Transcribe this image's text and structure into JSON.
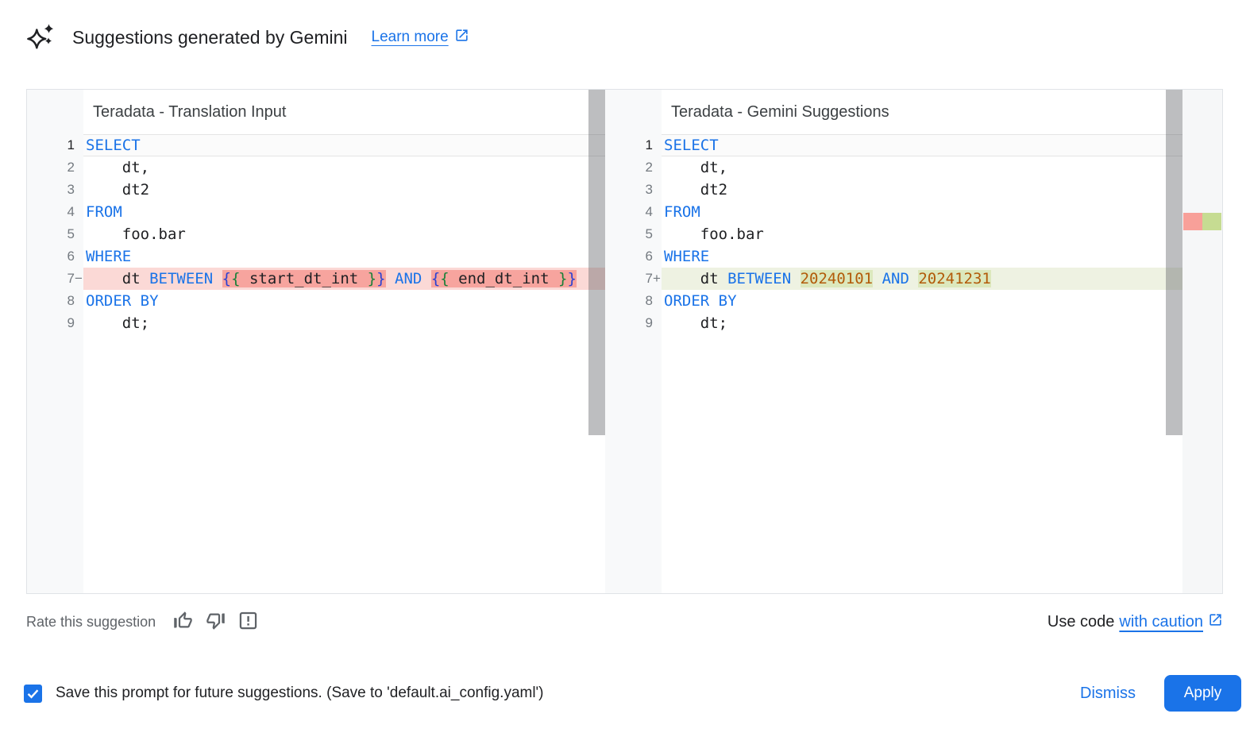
{
  "header": {
    "icon": "gemini-sparkle-icon",
    "title": "Suggestions generated by Gemini",
    "learn_more_label": "Learn more"
  },
  "diff": {
    "left_panel": {
      "title": "Teradata - Translation Input",
      "lines": [
        {
          "num": "1",
          "marker": "",
          "type": "active",
          "segments": [
            {
              "text": "SELECT",
              "style": "kw"
            }
          ]
        },
        {
          "num": "2",
          "marker": "",
          "type": "",
          "segments": [
            {
              "text": "    dt,",
              "style": "plain"
            }
          ]
        },
        {
          "num": "3",
          "marker": "",
          "type": "",
          "segments": [
            {
              "text": "    dt2",
              "style": "plain"
            }
          ]
        },
        {
          "num": "4",
          "marker": "",
          "type": "",
          "segments": [
            {
              "text": "FROM",
              "style": "kw"
            }
          ]
        },
        {
          "num": "5",
          "marker": "",
          "type": "",
          "segments": [
            {
              "text": "    foo.bar",
              "style": "plain"
            }
          ]
        },
        {
          "num": "6",
          "marker": "",
          "type": "",
          "segments": [
            {
              "text": "WHERE",
              "style": "kw"
            }
          ]
        },
        {
          "num": "7",
          "marker": "−",
          "type": "del",
          "segments": [
            {
              "text": "    dt ",
              "style": "plain"
            },
            {
              "text": "BETWEEN",
              "style": "kw"
            },
            {
              "text": " ",
              "style": "plain"
            },
            {
              "text": "{",
              "style": "brace1",
              "hl": true
            },
            {
              "text": "{",
              "style": "brace2",
              "hl": true
            },
            {
              "text": " start_dt_int ",
              "style": "plain",
              "hl": true
            },
            {
              "text": "}",
              "style": "brace2",
              "hl": true
            },
            {
              "text": "}",
              "style": "brace1",
              "hl": true
            },
            {
              "text": " ",
              "style": "plain"
            },
            {
              "text": "AND",
              "style": "kw"
            },
            {
              "text": " ",
              "style": "plain"
            },
            {
              "text": "{",
              "style": "brace1",
              "hl": true
            },
            {
              "text": "{",
              "style": "brace2",
              "hl": true
            },
            {
              "text": " end_dt_int ",
              "style": "plain",
              "hl": true
            },
            {
              "text": "}",
              "style": "brace2",
              "hl": true
            },
            {
              "text": "}",
              "style": "brace1",
              "hl": true
            }
          ]
        },
        {
          "num": "8",
          "marker": "",
          "type": "",
          "segments": [
            {
              "text": "ORDER BY",
              "style": "kw"
            }
          ]
        },
        {
          "num": "9",
          "marker": "",
          "type": "",
          "segments": [
            {
              "text": "    dt;",
              "style": "plain"
            }
          ]
        }
      ]
    },
    "right_panel": {
      "title": "Teradata - Gemini Suggestions",
      "lines": [
        {
          "num": "1",
          "marker": "",
          "type": "active",
          "segments": [
            {
              "text": "SELECT",
              "style": "kw"
            }
          ]
        },
        {
          "num": "2",
          "marker": "",
          "type": "",
          "segments": [
            {
              "text": "    dt,",
              "style": "plain"
            }
          ]
        },
        {
          "num": "3",
          "marker": "",
          "type": "",
          "segments": [
            {
              "text": "    dt2",
              "style": "plain"
            }
          ]
        },
        {
          "num": "4",
          "marker": "",
          "type": "",
          "segments": [
            {
              "text": "FROM",
              "style": "kw"
            }
          ]
        },
        {
          "num": "5",
          "marker": "",
          "type": "",
          "segments": [
            {
              "text": "    foo.bar",
              "style": "plain"
            }
          ]
        },
        {
          "num": "6",
          "marker": "",
          "type": "",
          "segments": [
            {
              "text": "WHERE",
              "style": "kw"
            }
          ]
        },
        {
          "num": "7",
          "marker": "+",
          "type": "add",
          "segments": [
            {
              "text": "    dt ",
              "style": "plain"
            },
            {
              "text": "BETWEEN",
              "style": "kw"
            },
            {
              "text": " ",
              "style": "plain"
            },
            {
              "text": "20240101",
              "style": "num",
              "hl": true
            },
            {
              "text": " ",
              "style": "plain"
            },
            {
              "text": "AND",
              "style": "kw"
            },
            {
              "text": " ",
              "style": "plain"
            },
            {
              "text": "20241231",
              "style": "num",
              "hl": true
            }
          ]
        },
        {
          "num": "8",
          "marker": "",
          "type": "",
          "segments": [
            {
              "text": "ORDER BY",
              "style": "kw"
            }
          ]
        },
        {
          "num": "9",
          "marker": "",
          "type": "",
          "segments": [
            {
              "text": "    dt;",
              "style": "plain"
            }
          ]
        }
      ]
    }
  },
  "footer": {
    "rate_label": "Rate this suggestion",
    "icons": [
      "thumbs-up-icon",
      "thumbs-down-icon",
      "feedback-icon"
    ],
    "use_code_prefix": "Use code",
    "use_code_link": "with caution"
  },
  "bottom_bar": {
    "checkbox_checked": true,
    "save_label": "Save this prompt for future suggestions. (Save to 'default.ai_config.yaml')",
    "dismiss_label": "Dismiss",
    "apply_label": "Apply"
  },
  "colors": {
    "accent_blue": "#1a73e8",
    "keyword_blue": "#1a73e8",
    "number_literal": "#b25a09",
    "brace_outer": "#2940d3",
    "brace_inner": "#188038",
    "del_line_bg": "#fbd9d6",
    "del_word_bg": "#f7a49e",
    "add_line_bg": "#eef2e2",
    "add_word_bg": "#dce8bd",
    "overview_del": "#f8a099",
    "overview_add": "#c6dc92",
    "gutter_bg": "#f8f9fa",
    "gutter_text": "#747a80",
    "scrollbar_thumb": "rgba(97,101,106,0.42)"
  }
}
